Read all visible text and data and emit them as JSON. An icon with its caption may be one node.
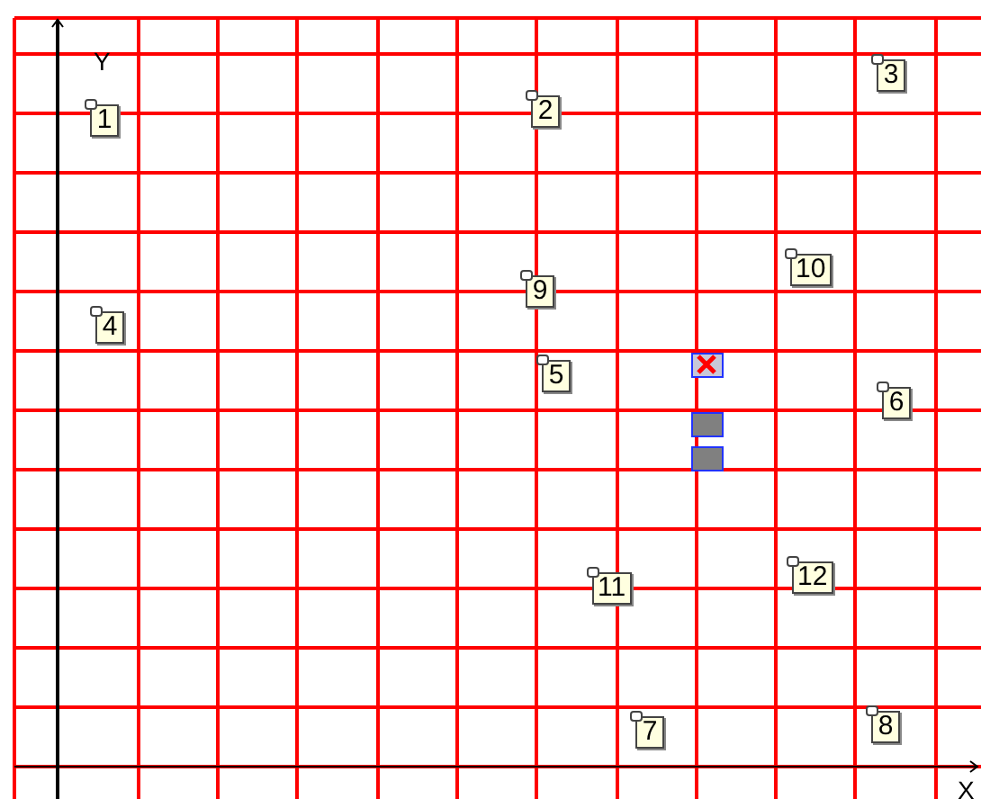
{
  "diagram": {
    "nodes": [
      {
        "text": [
          "1"
        ]
      },
      {
        "text": [
          "2"
        ]
      },
      {
        "text": [
          "3"
        ]
      },
      {
        "text": [
          "4"
        ]
      },
      {
        "text": [
          "5"
        ]
      },
      {
        "text": [
          "6"
        ]
      },
      {
        "text": [
          "7"
        ]
      },
      {
        "text": [
          "8"
        ]
      },
      {
        "text": [
          "9"
        ]
      },
      {
        "text": [
          "10"
        ]
      },
      {
        "text": [
          "11"
        ]
      },
      {
        "text": [
          "12"
        ]
      },
      {
        "text": [],
        "shape": "box"
      },
      {
        "text": [],
        "shape": "box"
      },
      {
        "text": [],
        "shape": "box"
      }
    ],
    "labels": [
      "Y",
      "X"
    ]
  }
}
